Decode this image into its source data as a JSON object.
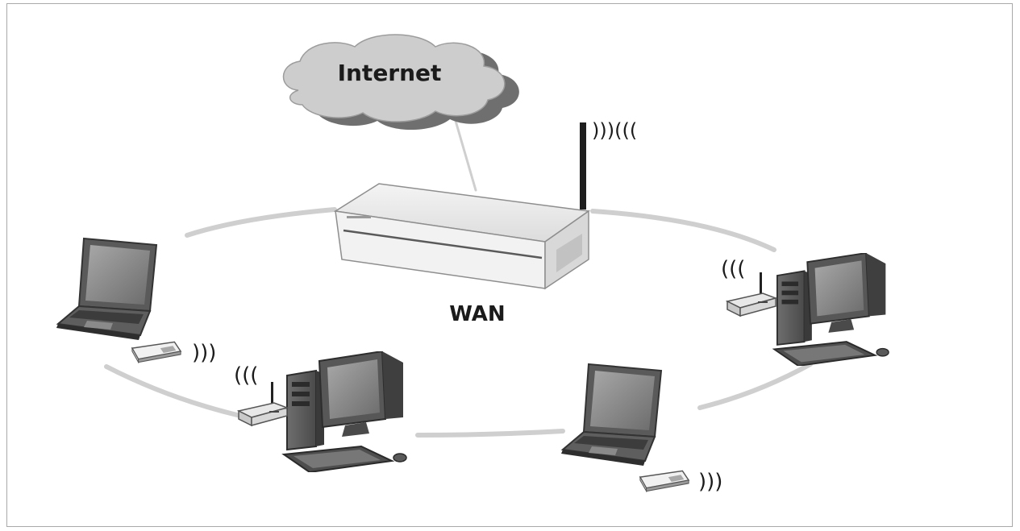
{
  "labels": {
    "internet": "Internet",
    "wan": "WAN"
  },
  "signals": {
    "router": ")))(((",
    "laptop_left": ")))",
    "ap_left": "(((",
    "ap_right": "(((",
    "laptop_bottom": ")))"
  },
  "nodes": [
    {
      "id": "internet-cloud",
      "icon": "cloud-icon"
    },
    {
      "id": "wireless-router",
      "icon": "router-icon"
    },
    {
      "id": "laptop-left",
      "icon": "laptop-icon"
    },
    {
      "id": "laptop-bottom",
      "icon": "laptop-icon"
    },
    {
      "id": "desktop-center",
      "icon": "desktop-computer-icon"
    },
    {
      "id": "desktop-right",
      "icon": "desktop-computer-icon"
    },
    {
      "id": "usb-adapter-left",
      "icon": "usb-adapter-icon"
    },
    {
      "id": "usb-adapter-right",
      "icon": "usb-adapter-icon"
    },
    {
      "id": "pc-card-left",
      "icon": "pc-card-icon"
    },
    {
      "id": "pc-card-bottom",
      "icon": "pc-card-icon"
    }
  ]
}
